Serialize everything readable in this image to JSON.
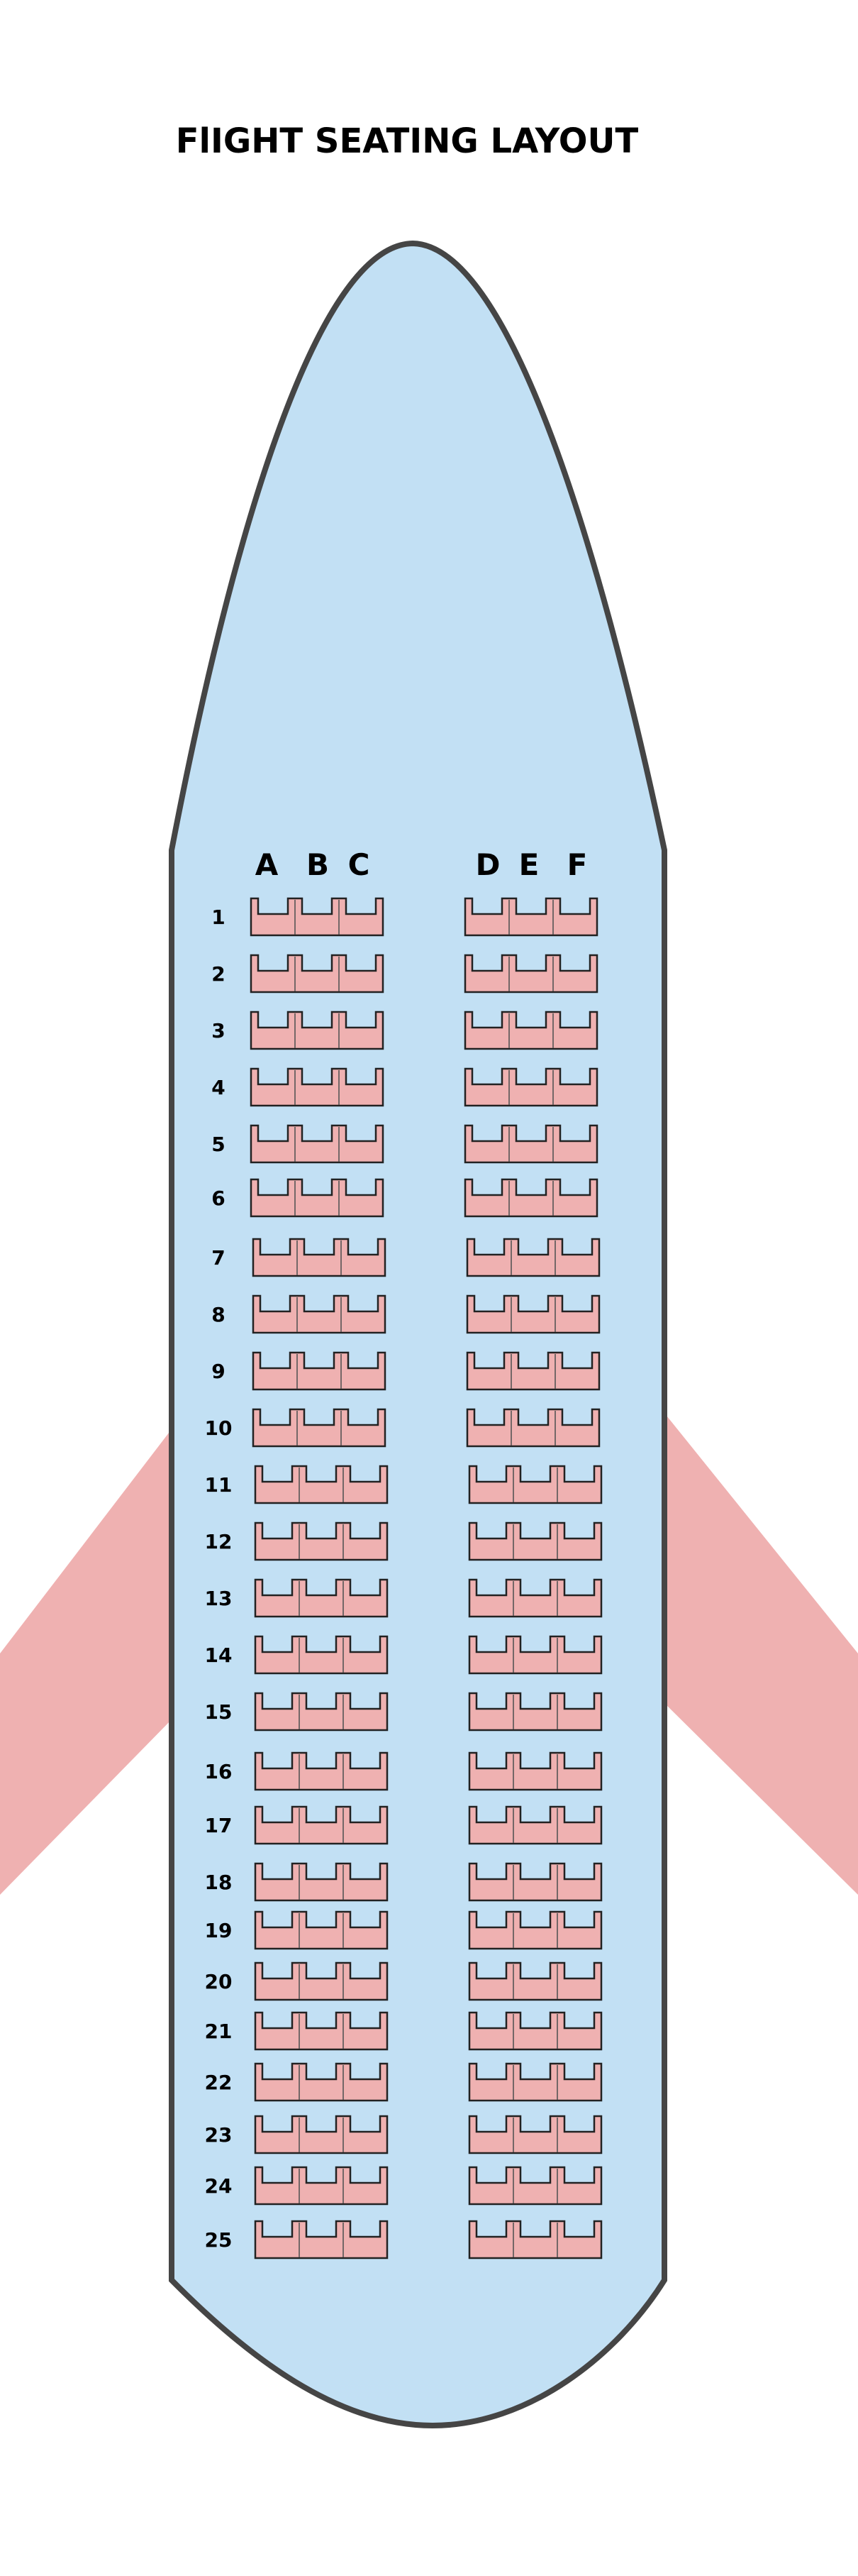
{
  "title": "FlIGHT SEATING LAYOUT",
  "columns_left": [
    "A",
    "B",
    "C"
  ],
  "columns_right": [
    "D",
    "E",
    "F"
  ],
  "rows": [
    "1",
    "2",
    "3",
    "4",
    "5",
    "6",
    "7",
    "8",
    "9",
    "10",
    "11",
    "12",
    "13",
    "14",
    "15",
    "16",
    "17",
    "18",
    "19",
    "20",
    "21",
    "22",
    "23",
    "24",
    "25"
  ],
  "colors": {
    "fuselage_fill": "#c2e0f4",
    "fuselage_stroke": "#454545",
    "wing": "#efb1b1",
    "seat_fill": "#efb1b1",
    "seat_stroke": "#222222"
  }
}
